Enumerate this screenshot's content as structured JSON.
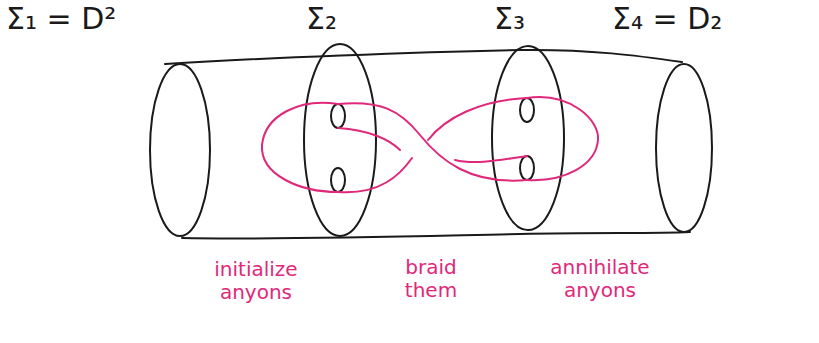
{
  "diagram": {
    "labels": [
      "Σ₁ = D²",
      "Σ₂",
      "Σ₃",
      "Σ₄ = D₂",
      "initialize anyons",
      "braid them",
      "annihilate anyons"
    ]
  }
}
